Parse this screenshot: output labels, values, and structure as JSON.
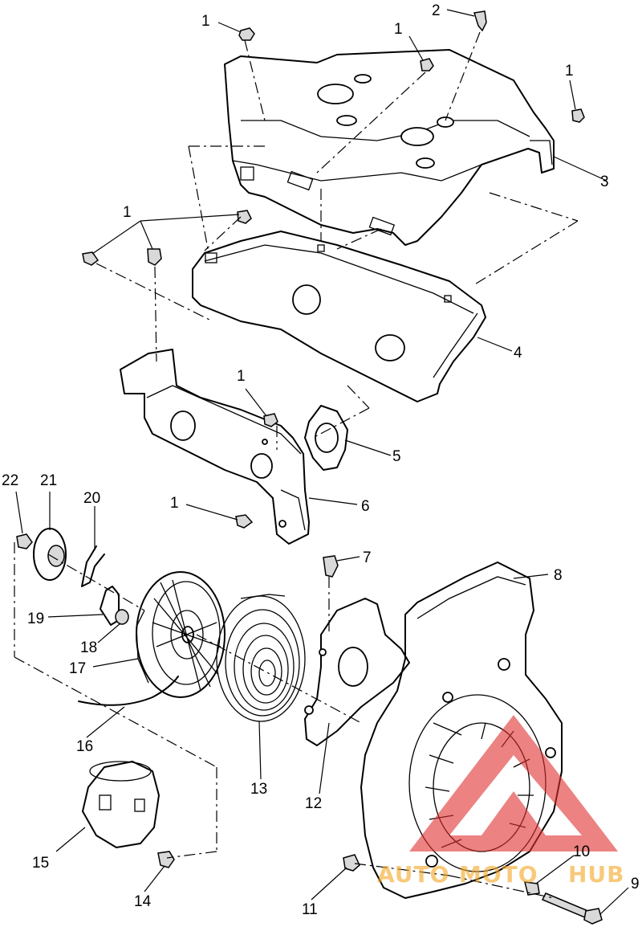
{
  "callouts": [
    {
      "id": "c1a",
      "label": "1"
    },
    {
      "id": "c2",
      "label": "2"
    },
    {
      "id": "c1b",
      "label": "1"
    },
    {
      "id": "c1c",
      "label": "1"
    },
    {
      "id": "c3",
      "label": "3"
    },
    {
      "id": "c1d",
      "label": "1"
    },
    {
      "id": "c4",
      "label": "4"
    },
    {
      "id": "c1e",
      "label": "1"
    },
    {
      "id": "c5",
      "label": "5"
    },
    {
      "id": "c22",
      "label": "22"
    },
    {
      "id": "c21",
      "label": "21"
    },
    {
      "id": "c20",
      "label": "20"
    },
    {
      "id": "c1f",
      "label": "1"
    },
    {
      "id": "c6",
      "label": "6"
    },
    {
      "id": "c7",
      "label": "7"
    },
    {
      "id": "c8",
      "label": "8"
    },
    {
      "id": "c19",
      "label": "19"
    },
    {
      "id": "c18",
      "label": "18"
    },
    {
      "id": "c17",
      "label": "17"
    },
    {
      "id": "c16",
      "label": "16"
    },
    {
      "id": "c13",
      "label": "13"
    },
    {
      "id": "c12",
      "label": "12"
    },
    {
      "id": "c15",
      "label": "15"
    },
    {
      "id": "c14",
      "label": "14"
    },
    {
      "id": "c10",
      "label": "10"
    },
    {
      "id": "c11",
      "label": "11"
    },
    {
      "id": "c9",
      "label": "9"
    }
  ],
  "watermark": {
    "text_a": "AUTO",
    "text_b": "MOTO",
    "text_c": "HUB",
    "color_red": "#e03030",
    "color_orange": "#f5a623"
  }
}
